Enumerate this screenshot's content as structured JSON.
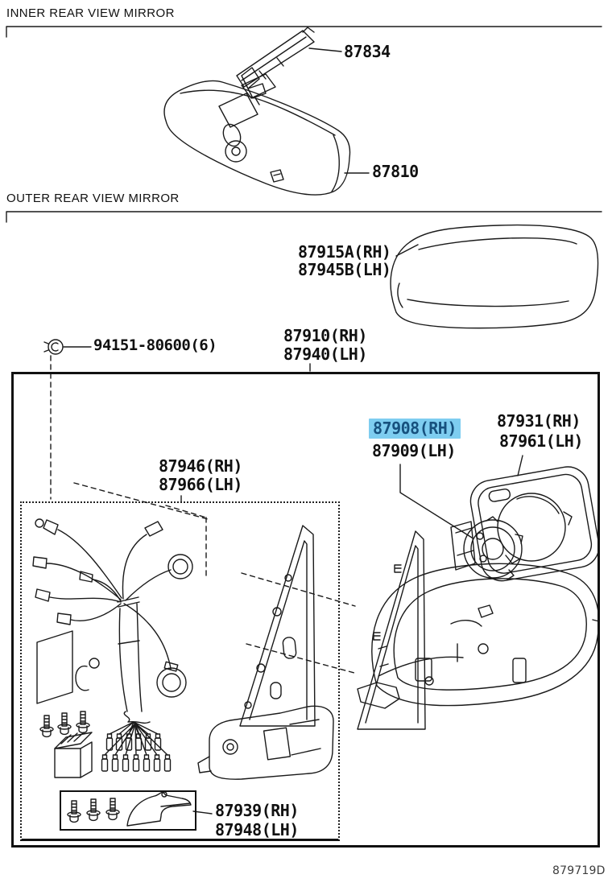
{
  "page": {
    "sections": [
      {
        "id": "inner",
        "title": "INNER REAR VIEW MIRROR"
      },
      {
        "id": "outer",
        "title": "OUTER REAR VIEW MIRROR"
      }
    ],
    "doc_code": "879719D"
  },
  "highlight": {
    "selected_part": "87908(RH)",
    "background": "#7ecdf0",
    "text_color": "#17517e"
  },
  "parts": {
    "87834": "87834",
    "87810": "87810",
    "87915a": "87915A(RH)",
    "87945b": "87945B(LH)",
    "94151": "94151-80600(6)",
    "87910": "87910(RH)",
    "87940": "87940(LH)",
    "87908": "87908(RH)",
    "87909": "87909(LH)",
    "87931": "87931(RH)",
    "87961": "87961(LH)",
    "87946": "87946(RH)",
    "87966": "87966(LH)",
    "87939": "87939(RH)",
    "87948": "87948(LH)"
  }
}
